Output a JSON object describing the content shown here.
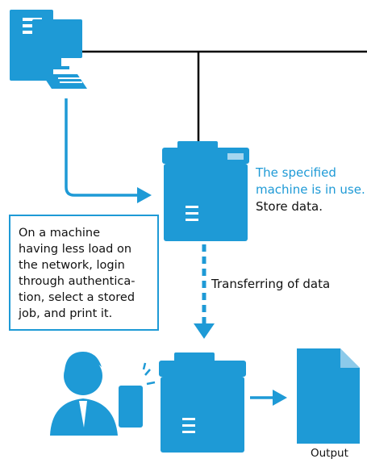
{
  "diagram": {
    "status_lines": [
      "The specified",
      "machine is in use.",
      "Store data."
    ],
    "note_lines": [
      "On a machine",
      "having less load on",
      "the network, login",
      "through authentica-",
      "tion, select a stored",
      "job, and print it."
    ],
    "transfer_label": "Transferring of data",
    "output_label": "Output"
  },
  "colors": {
    "accent": "#1e9ad6",
    "line": "#000000",
    "text": "#111111"
  },
  "icons": [
    "computer-icon",
    "printer-icon",
    "user-icon",
    "card-reader-icon",
    "document-icon",
    "arrow-icon"
  ]
}
